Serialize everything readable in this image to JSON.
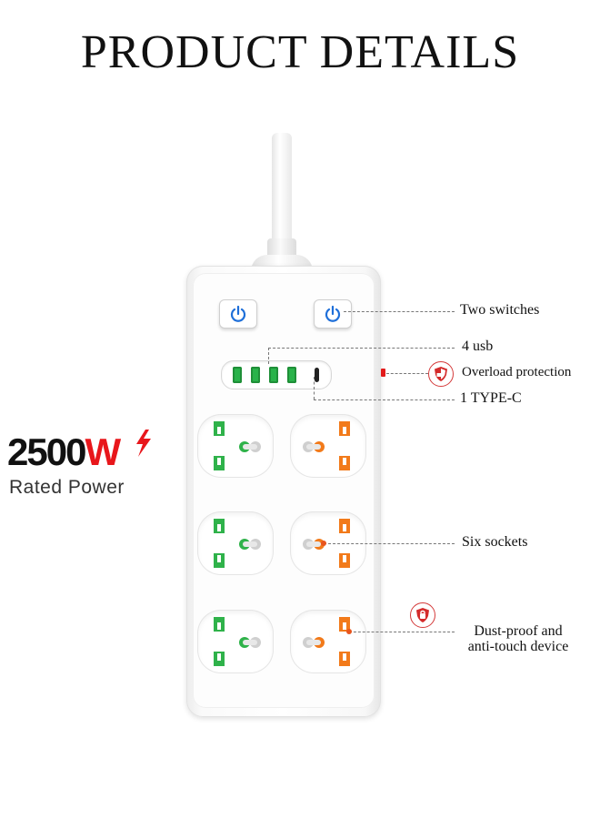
{
  "header": {
    "title": "PRODUCT DETAILS"
  },
  "power": {
    "value": "2500",
    "unit": "W",
    "caption": "Rated Power"
  },
  "callouts": {
    "switches": "Two switches",
    "usb": "4 usb",
    "overload": "Overload protection",
    "typec": "1 TYPE-C",
    "sockets": "Six sockets",
    "dustproof_line1": "Dust-proof and",
    "dustproof_line2": "anti-touch device"
  },
  "icons": {
    "switch": "power-icon",
    "overload": "shield-icon",
    "dustproof": "shield-lock-icon",
    "bolt": "lightning-bolt-icon"
  },
  "colors": {
    "accent_red": "#e8161b",
    "socket_green": "#2fb24a",
    "socket_orange": "#f27a1a",
    "switch_blue": "#1e6fd9"
  }
}
